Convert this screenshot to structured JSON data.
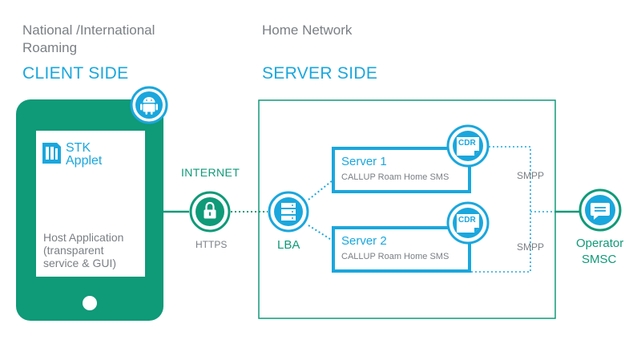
{
  "client": {
    "heading_line1": "National /International",
    "heading_line2": "Roaming",
    "title": "CLIENT SIDE"
  },
  "server": {
    "heading": "Home Network",
    "title": "SERVER SIDE"
  },
  "phone": {
    "stk_line1": "STK",
    "stk_line2": "Applet",
    "host_line1": "Host Application",
    "host_line2": "(transparent",
    "host_line3": "service & GUI)"
  },
  "connection": {
    "internet": "INTERNET",
    "https": "HTTPS"
  },
  "lba": {
    "label": "LBA"
  },
  "servers": [
    {
      "title": "Server 1",
      "subtitle": "CALLUP Roam Home SMS",
      "badge": "CDR"
    },
    {
      "title": "Server 2",
      "subtitle": "CALLUP Roam Home SMS",
      "badge": "CDR"
    }
  ],
  "smpp": {
    "top": "SMPP",
    "bottom": "SMPP"
  },
  "operator": {
    "line1": "Operator",
    "line2": "SMSC"
  },
  "colors": {
    "teal": "#0f9a78",
    "blue": "#1aa7dd",
    "gray": "#7a7f84"
  }
}
